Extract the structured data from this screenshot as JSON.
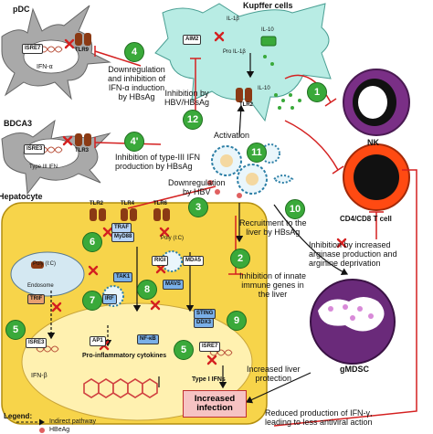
{
  "cells": {
    "pdc": "pDC",
    "kupffer": "Kupffer cells",
    "bdca3": "BDCA3",
    "hepatocyte": "Hepatocyte",
    "nk": "NK",
    "t_cell": "CD4/CD8 T cell",
    "gmdsc": "gMDSC",
    "endosome": "Endosome"
  },
  "molecules": {
    "isre7": "ISRE7",
    "tlr9": "TLR9",
    "ifn_alpha": "IFN-α",
    "isre3": "ISRE3",
    "tlr3": "TLR3",
    "type3_ifn": "Type III IFN",
    "aim2": "AIM2",
    "il1b": "IL-1β",
    "pro_il1b": "Pro IL-1β",
    "il10_top": "IL-10",
    "il10_mid": "IL-10",
    "tlr2_kc": "TLR2",
    "tlr2": "TLR2",
    "tlr4": "TLR4",
    "tlr6": "TLR6",
    "traf": "TRAF",
    "myd88": "MyD88",
    "tak1": "TAK1",
    "irf": "IRF",
    "trif": "TRIF",
    "mavs": "MAVS",
    "rigi": "RIGI",
    "mda5": "MDA5",
    "sting": "STING",
    "ddx3": "DDX3",
    "nfkb": "NF-κB",
    "ap1": "AP1",
    "isre3_hep": "ISRE3",
    "isre7_hep": "ISRE7",
    "polyic_endo": "Poly (I:C)",
    "polyic_cyto": "Poly (I:C)",
    "ifn_beta": "IFN-β",
    "proinflammatory": "Pro-inflammatory cytokines",
    "type1_ifns": "Type I IFNs"
  },
  "steps": [
    "1",
    "2",
    "3",
    "4",
    "4'",
    "5",
    "5",
    "6",
    "7",
    "8",
    "9",
    "10",
    "11",
    "12"
  ],
  "annotations": {
    "a4": "Downregulation\nand inhibition of\nIFN-α induction\nby HBsAg",
    "a4p": "Inhibition of type-III IFN\nproduction by HBsAg",
    "a12": "Inhibition by\nHBV/HBsAg",
    "a11": "Activation",
    "a3": "Downregulation\nby HBV",
    "a10": "Recruitment to the\nliver by HBsAg",
    "a2": "Inhibition of innate\nimmune genes in\nthe liver",
    "t_inhib": "Inhibition by increased\narginase production and\narginine deprivation",
    "protection": "Increased liver\nprotection",
    "infection": "Increased\ninfection",
    "reduced": "Reduced production of IFN-γ,\nleading to less antiviral action"
  },
  "legend": {
    "title": "Legend:",
    "indirect": "Indirect pathway",
    "hbeag": "HBeAg"
  },
  "colors": {
    "step_green": "#3aa93a",
    "inhibit_red": "#d42020",
    "hepatocyte_fill": "#f7d44a",
    "nucleus_fill": "#fff1b0",
    "kupffer_fill": "#b8ece4",
    "dc_grey": "#a9a9a9",
    "receptor_brown": "#8b3a14",
    "nk_fill": "#7a2f86",
    "t_cell_fill": "#ff4a12",
    "gmdsc_fill": "#6a2a7a"
  }
}
